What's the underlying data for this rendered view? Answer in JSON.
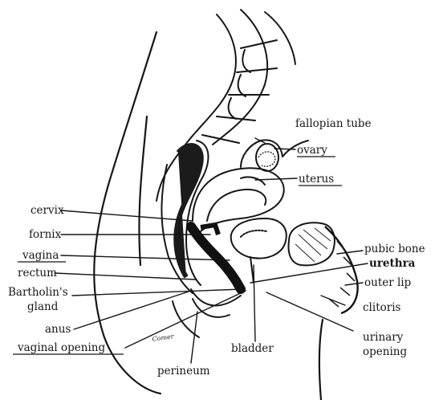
{
  "labels": {
    "fallopian_tube": "fallopian tube",
    "ovary": "ovary",
    "uterus": "uterus",
    "cervix": "cervix",
    "fornix": "fornix",
    "vagina": "vagina",
    "rectum": "rectum",
    "bartholins_line1": "Bartholin's",
    "bartholins_line2": "gland",
    "anus": "anus",
    "vaginal_opening": "vaginal opening",
    "perineum": "perineum",
    "bladder": "bladder",
    "pubic_bone": "pubic bone",
    "urethra": "urethra",
    "outer_lip": "outer lip",
    "clitoris": "clitoris",
    "urinary_line1": "urinary",
    "urinary_line2": "opening",
    "annotation": "Comer"
  }
}
